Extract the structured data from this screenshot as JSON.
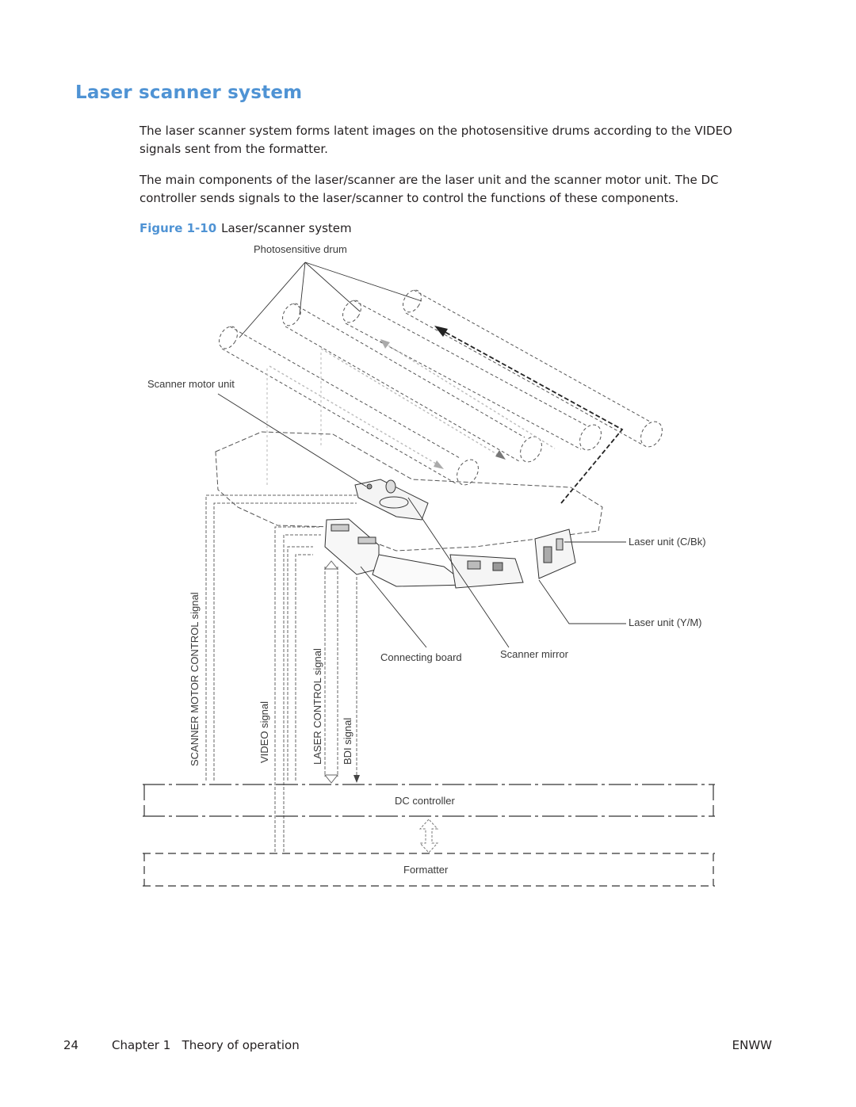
{
  "heading": "Laser scanner system",
  "paragraphs": [
    "The laser scanner system forms latent images on the photosensitive drums according to the VIDEO signals sent from the formatter.",
    "The main components of the laser/scanner are the laser unit and the scanner motor unit. The DC controller sends signals to the laser/scanner to control the functions of these components."
  ],
  "figure": {
    "label": "Figure 1-10",
    "title": "Laser/scanner system",
    "labels": {
      "photosensitive_drum": "Photosensitive drum",
      "scanner_motor_unit": "Scanner motor unit",
      "laser_unit_cbk": "Laser unit (C/Bk)",
      "laser_unit_ym": "Laser unit (Y/M)",
      "connecting_board": "Connecting board",
      "scanner_mirror": "Scanner mirror",
      "dc_controller": "DC controller",
      "formatter": "Formatter"
    },
    "signals": {
      "scanner_motor_control": "SCANNER MOTOR CONTROL signal",
      "video": "VIDEO signal",
      "laser_control": "LASER CONTROL signal",
      "bdi": "BDI signal"
    }
  },
  "footer": {
    "page_number": "24",
    "chapter": "Chapter 1   Theory of operation",
    "right_label": "ENWW"
  }
}
